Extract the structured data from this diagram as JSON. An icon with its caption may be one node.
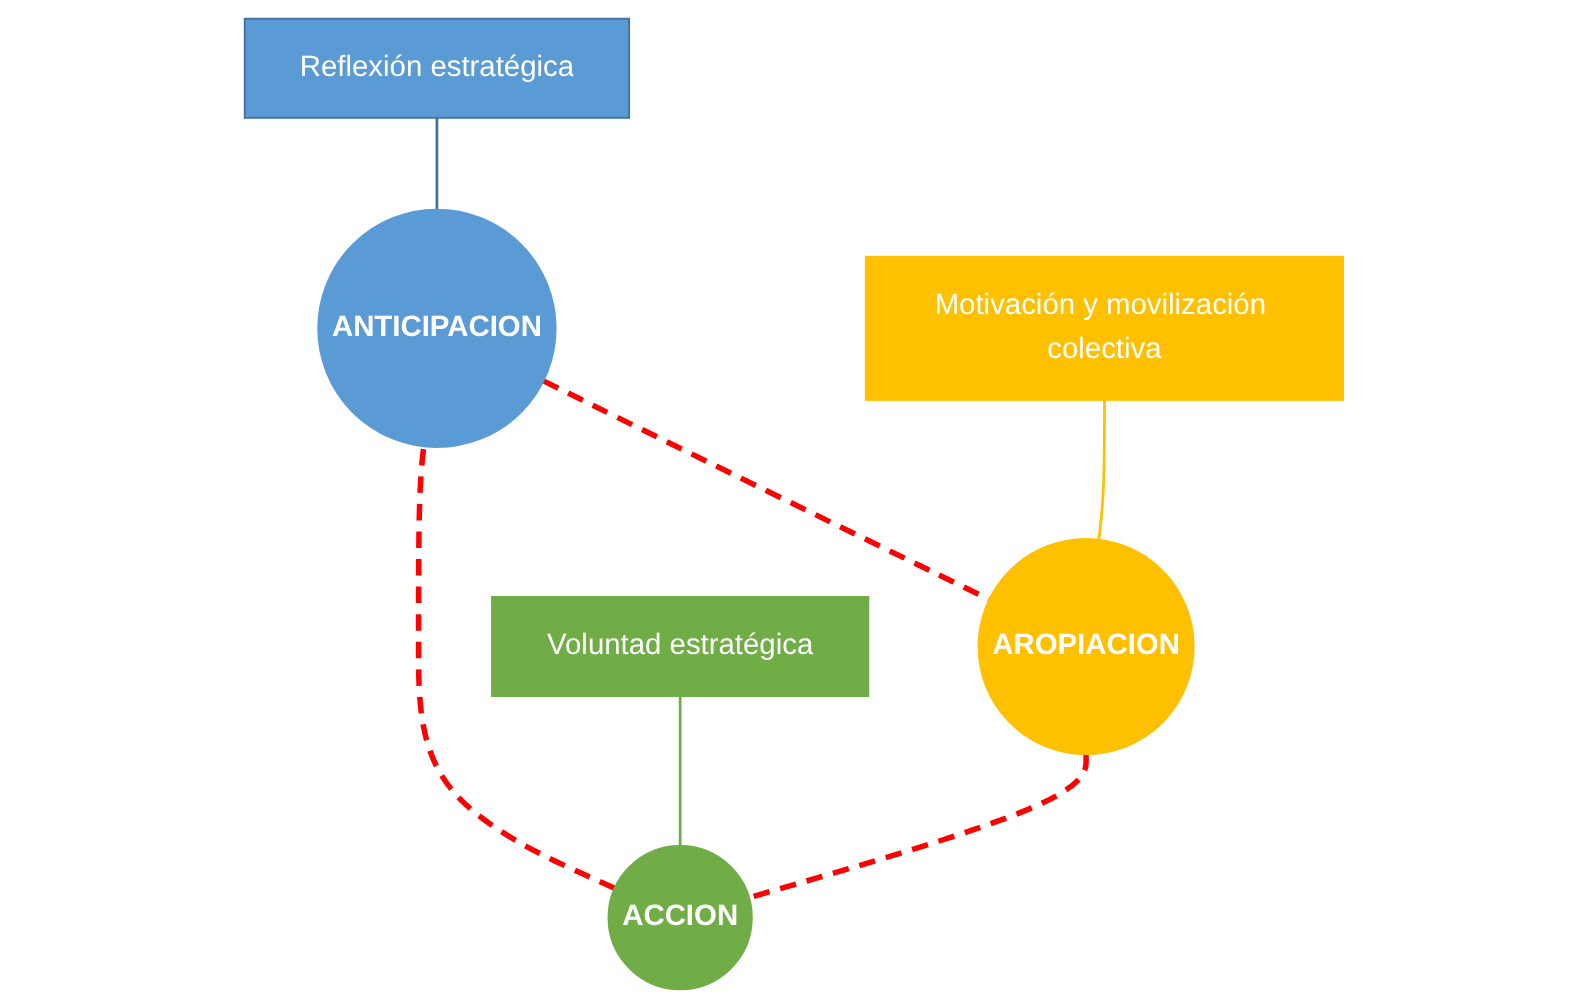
{
  "diagram": {
    "nodes": [
      {
        "text": [
          "ANTICIPACION"
        ]
      },
      {
        "text": [
          "AROPIACION"
        ]
      },
      {
        "text": [
          "ACCION"
        ]
      },
      {
        "text": [
          "Reflexión estratégica"
        ]
      },
      {
        "text": [
          "Motivación y movilización colectiva"
        ]
      },
      {
        "text": [
          "Voluntad estratégica"
        ]
      }
    ],
    "edges": [
      {
        "from": 0,
        "to": 1,
        "arrow": "none",
        "style": "dashed",
        "color": "#ff0000"
      },
      {
        "from": 1,
        "to": 2,
        "arrow": "none",
        "style": "dashed",
        "color": "#ff0000"
      },
      {
        "from": 2,
        "to": 0,
        "arrow": "none",
        "style": "dashed",
        "color": "#ff0000"
      },
      {
        "from": 3,
        "to": 0,
        "arrow": "none",
        "color": "#41719c"
      },
      {
        "from": 4,
        "to": 1,
        "arrow": "none",
        "color": "#ffc000"
      },
      {
        "from": 5,
        "to": 2,
        "arrow": "none",
        "color": "#70ad47"
      }
    ]
  }
}
